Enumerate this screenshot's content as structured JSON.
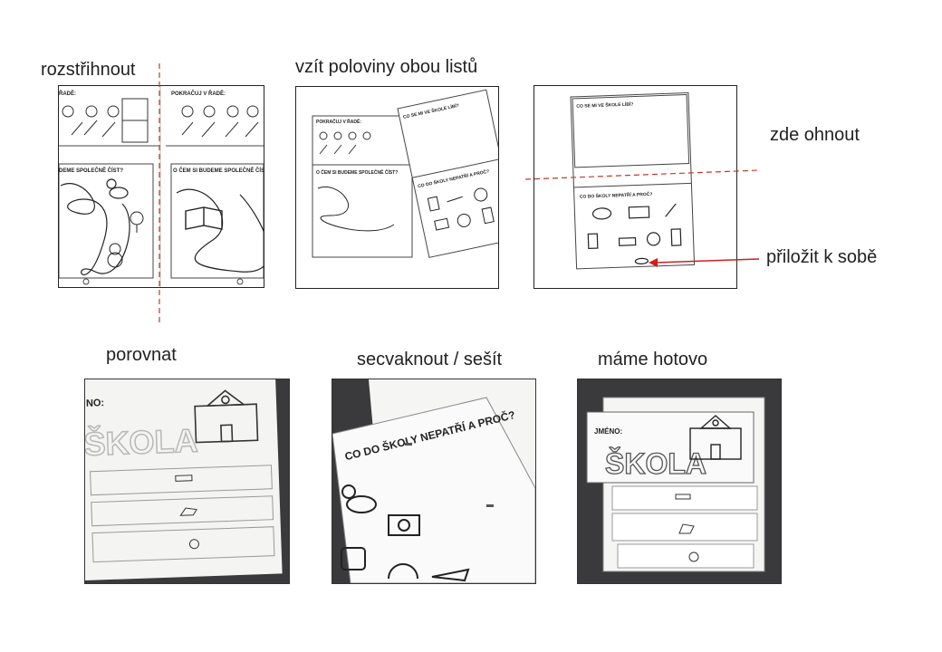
{
  "steps": [
    {
      "label": "rozstřihnout"
    },
    {
      "label": "vzít  poloviny obou listů"
    },
    {
      "label": "zde ohnout"
    },
    {
      "label": "přiložit k sobě"
    },
    {
      "label": "porovnat"
    },
    {
      "label": "secvaknout / sešít"
    },
    {
      "label": "máme hotovo"
    }
  ],
  "worksheet": {
    "continue_row": "POKRAČUJ V ŘADĚ:",
    "continue_row_cut": "ŘADĚ:",
    "read_together": "O ČEM SI BUDEME SPOLEČNĚ ČÍST?",
    "read_together_cut": "DEME SPOLEČNĚ ČÍST?",
    "like_school": "CO SE MI VE ŠKOLE LÍBÍ?",
    "not_belong": "CO DO ŠKOLY NEPATŘÍ A PROČ?",
    "name": "JMÉNO:",
    "name_cut": "NO:",
    "school": "ŠKOLA"
  },
  "colors": {
    "cut_line": "#c0392b",
    "arrow": "#cc1f1f",
    "dark_background": "#3a3a3c"
  }
}
